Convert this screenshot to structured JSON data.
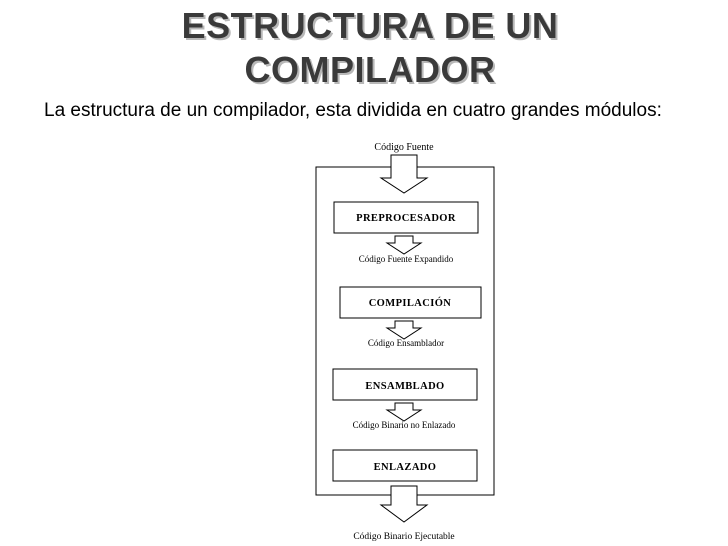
{
  "slide": {
    "title_line1": "ESTRUCTURA DE UN",
    "title_line2": "COMPILADOR",
    "intro": "La estructura de un compilador, esta dividida en cuatro grandes módulos:"
  },
  "diagram": {
    "input_label": "Código Fuente",
    "stages": [
      {
        "label": "PREPROCESADOR"
      },
      {
        "label": "COMPILACIÓN"
      },
      {
        "label": "ENSAMBLADO"
      },
      {
        "label": "ENLAZADO"
      }
    ],
    "intermediate_labels": [
      "Código Fuente Expandido",
      "Código Ensamblador",
      "Código Binario no Enlazado"
    ],
    "output_label": "Código Binario Ejecutable"
  }
}
